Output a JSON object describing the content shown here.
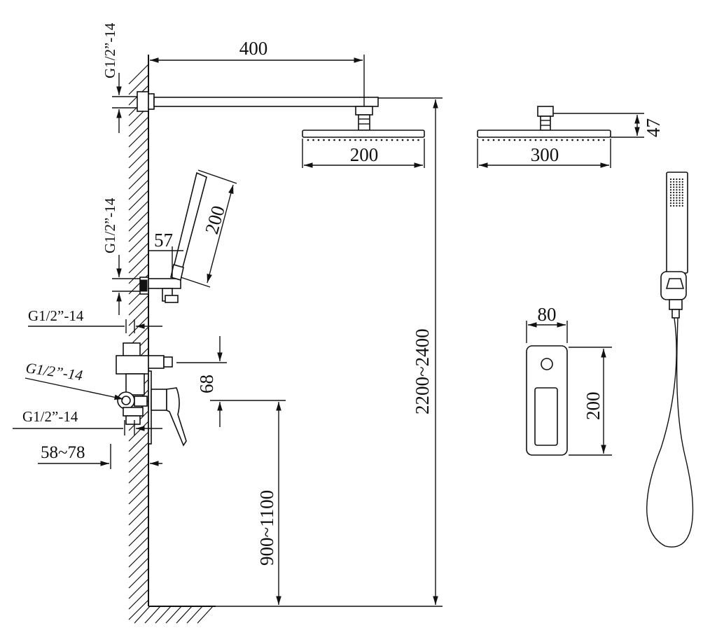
{
  "dimensions": {
    "arm_length": "400",
    "head_small": "200",
    "head_large": "300",
    "head_height": "47",
    "handshower_length": "200",
    "holder_offset": "57",
    "total_height": "2200~2400",
    "valve_height": "900~1100",
    "valve_outlet": "68",
    "plate_width": "80",
    "plate_height": "200",
    "wall_depth": "58~78"
  },
  "threads": {
    "arm_inlet": "G1/2”-14",
    "holder_inlet": "G1/2”-14",
    "valve_top": "G1/2”-14",
    "valve_side": "G1/2”-14",
    "valve_bottom": "G1/2”-14"
  },
  "colors": {
    "line": "#111111",
    "background": "#ffffff"
  }
}
